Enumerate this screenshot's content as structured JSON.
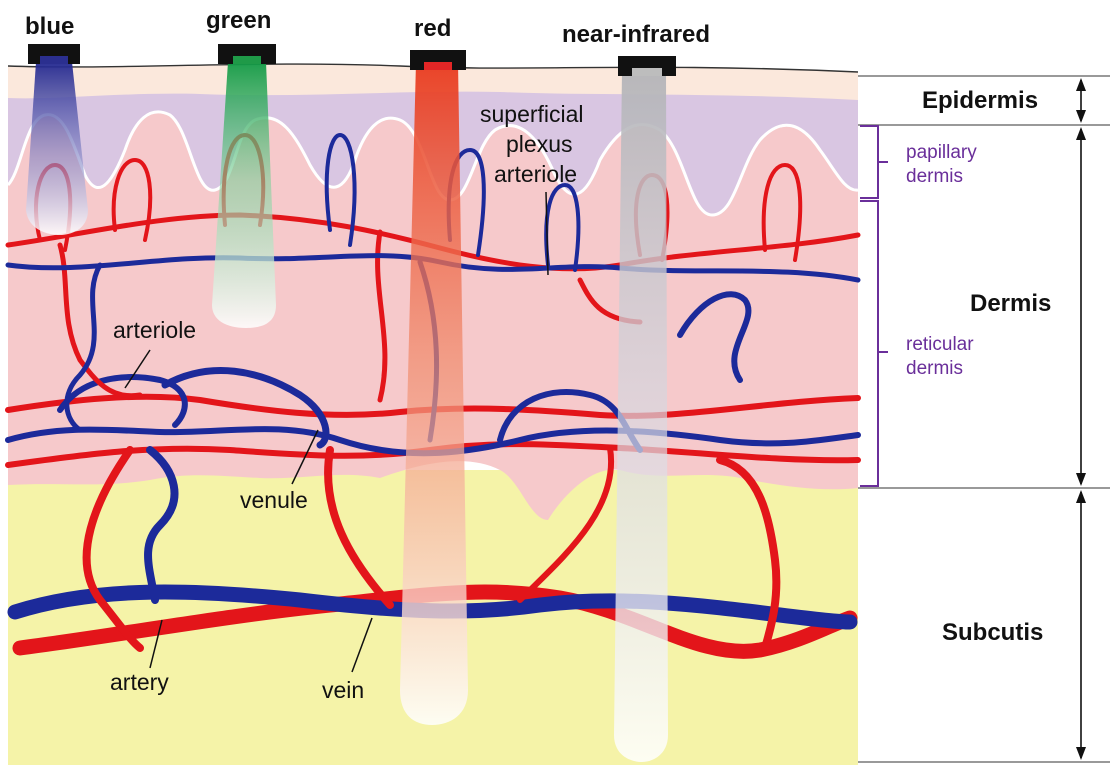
{
  "light_sources": [
    {
      "label": "blue",
      "color": "#2b2f8f"
    },
    {
      "label": "green",
      "color": "#1f9a48"
    },
    {
      "label": "red",
      "color": "#e32626"
    },
    {
      "label": "near-infrared",
      "color": "#bdbdbd"
    }
  ],
  "vessel_labels": {
    "superficial_plexus_arteriole": [
      "superficial",
      "plexus",
      "arteriole"
    ],
    "arteriole": "arteriole",
    "venule": "venule",
    "artery": "artery",
    "vein": "vein"
  },
  "layers": {
    "epidermis": "Epidermis",
    "dermis": "Dermis",
    "subcutis": "Subcutis"
  },
  "sublayers": {
    "papillary": [
      "papillary",
      "dermis"
    ],
    "reticular": [
      "reticular",
      "dermis"
    ]
  },
  "colors": {
    "artery": "#e3151a",
    "vein": "#1c2a9a",
    "epidermis": "#fbe8dc",
    "papillary_dermis": "#d9c6e2",
    "dermis": "#f6c9cb",
    "subcutis": "#f5f3a8",
    "bracket": "#6a2f9a"
  }
}
